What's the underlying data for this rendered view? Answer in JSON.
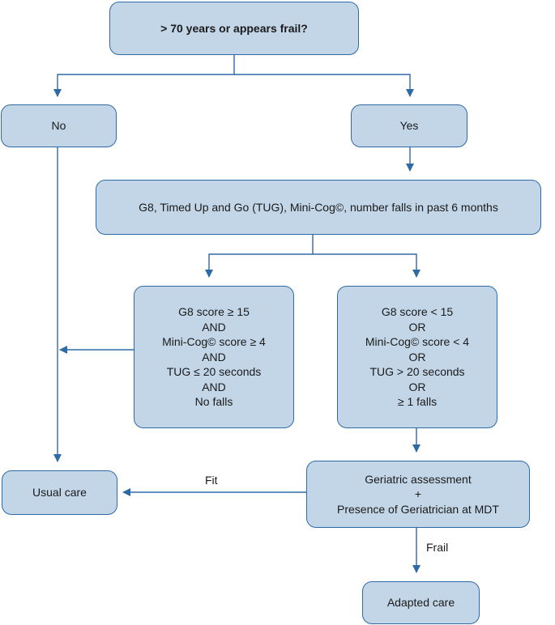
{
  "nodes": {
    "start": {
      "label": "> 70 years or appears frail?"
    },
    "no": {
      "label": "No"
    },
    "yes": {
      "label": "Yes"
    },
    "screening": {
      "label": "G8, Timed Up and Go (TUG), Mini-Cog©, number falls in past 6 months"
    },
    "fit_criteria": {
      "lines": [
        "G8 score ≥ 15",
        "AND",
        "Mini-Cog© score ≥ 4",
        "AND",
        "TUG ≤ 20 seconds",
        "AND",
        "No falls"
      ]
    },
    "frail_criteria": {
      "lines": [
        "G8 score < 15",
        "OR",
        "Mini-Cog© score < 4",
        "OR",
        "TUG > 20 seconds",
        "OR",
        "≥ 1 falls"
      ]
    },
    "geriatric": {
      "lines": [
        "Geriatric assessment",
        "+",
        "Presence of Geriatrician at MDT"
      ]
    },
    "usual_care": {
      "label": "Usual care"
    },
    "adapted_care": {
      "label": "Adapted care"
    }
  },
  "edge_labels": {
    "fit": "Fit",
    "frail": "Frail"
  },
  "colors": {
    "box_fill": "#c3d6e8",
    "box_border": "#2e6aa6",
    "connector": "#2e6aa6"
  }
}
